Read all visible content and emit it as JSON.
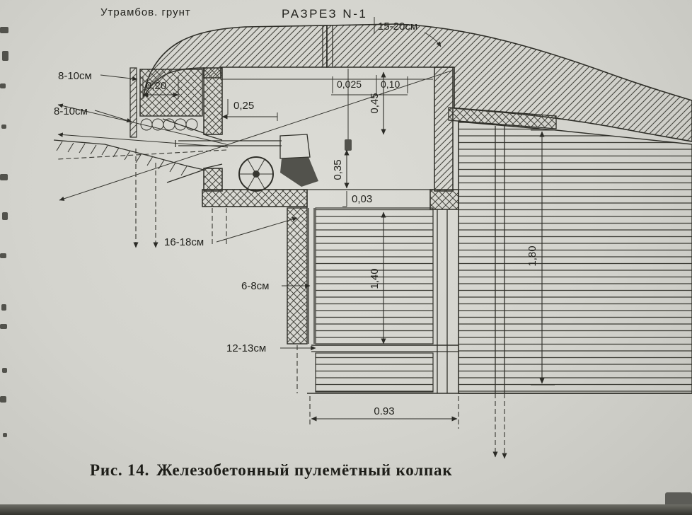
{
  "colors": {
    "paper": "#d3d3cd",
    "ink": "#2b2b26"
  },
  "drawing": {
    "soil_label": "Утрамбов. грунт",
    "section_title": "РАЗРЕЗ N-1",
    "dims": {
      "cap_thickness": "15-20см",
      "wall_logs_upper": "8-10см",
      "wall_logs_lower": "8-10см",
      "overhang": "0,20",
      "ceiling_offset": "0,25",
      "lining_thin": "0,025",
      "lining_thick": "0,10",
      "embrasure_height": "0,45",
      "sill_height": "0,35",
      "floor_step": "0,03",
      "pit_logs": "16-18см",
      "plank": "6-8см",
      "shaft_depth": "1,40",
      "wall_height": "1,80",
      "floor_boards": "12-13см",
      "shaft_width": "0.93"
    }
  },
  "caption": {
    "figure_label": "Рис. 14.",
    "title": "Железобетонный пулемётный колпак"
  }
}
